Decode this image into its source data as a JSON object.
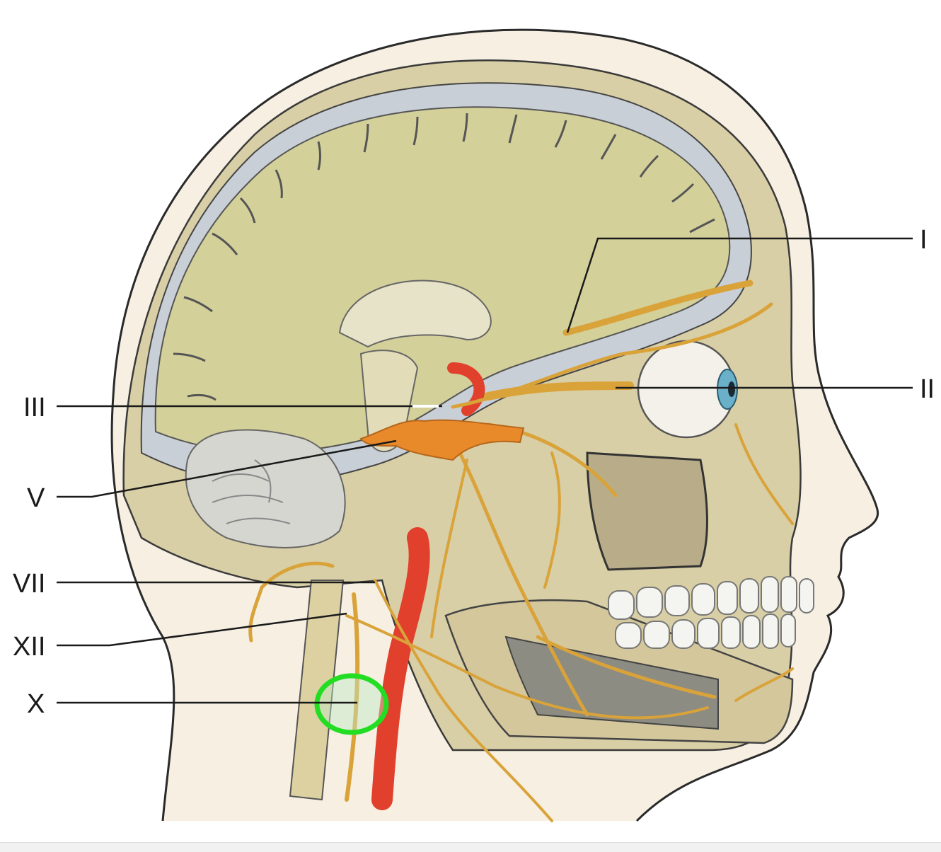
{
  "diagram": {
    "labels": {
      "cn_i": "I",
      "cn_ii": "II",
      "cn_iii": "III",
      "cn_v": "V",
      "cn_vii": "VII",
      "cn_xii": "XII",
      "cn_x": "X"
    },
    "highlight": {
      "marks": "cn_x",
      "color": "#22dd22"
    },
    "colors": {
      "skin": "#f6efe2",
      "bone": "#d9cfa6",
      "brain": "#d3d09a",
      "nerve": "#d9a33a",
      "trigeminal": "#e8892a",
      "artery": "#e0402c",
      "leader_line": "#1a1a1a"
    }
  }
}
